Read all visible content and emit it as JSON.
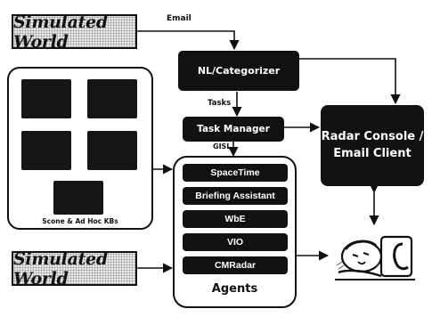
{
  "nodes": {
    "world_top": "Simulated World",
    "world_bottom": "Simulated World",
    "categorizer": "NL/Categorizer",
    "task_manager": "Task Manager",
    "radar_console": "Radar Console /\nEmail Client",
    "kbs_caption": "Scone & Ad Hoc KBs",
    "agents_title": "Agents"
  },
  "edge_labels": {
    "email": "Email",
    "tasks": "Tasks",
    "other": "GISL"
  },
  "agents": [
    "SpaceTime",
    "Briefing Assistant",
    "WbE",
    "VIO",
    "CMRadar"
  ],
  "icons": {
    "user": "sleeping-user-icon"
  }
}
